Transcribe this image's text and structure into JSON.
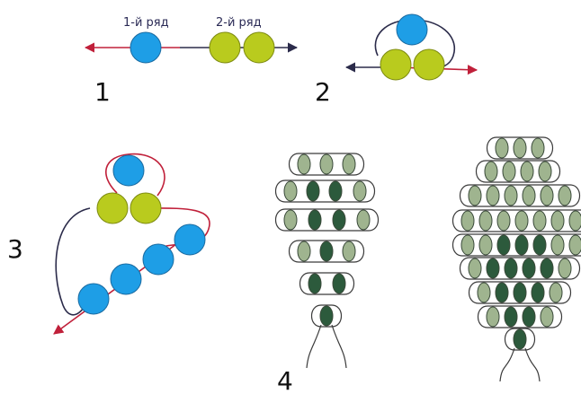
{
  "labels": {
    "row1": "1-й ряд",
    "row2": "2-й ряд",
    "step1": "1",
    "step2": "2",
    "step3": "3",
    "step4": "4"
  },
  "colors": {
    "blue_bead": "#1e9ee6",
    "yellow_bead": "#b9cb1e",
    "dark_bead": "#2c5a3c",
    "light_bead": "#9fb48f",
    "thread": "#2b2b4a",
    "thread_end": "#c0203a"
  }
}
